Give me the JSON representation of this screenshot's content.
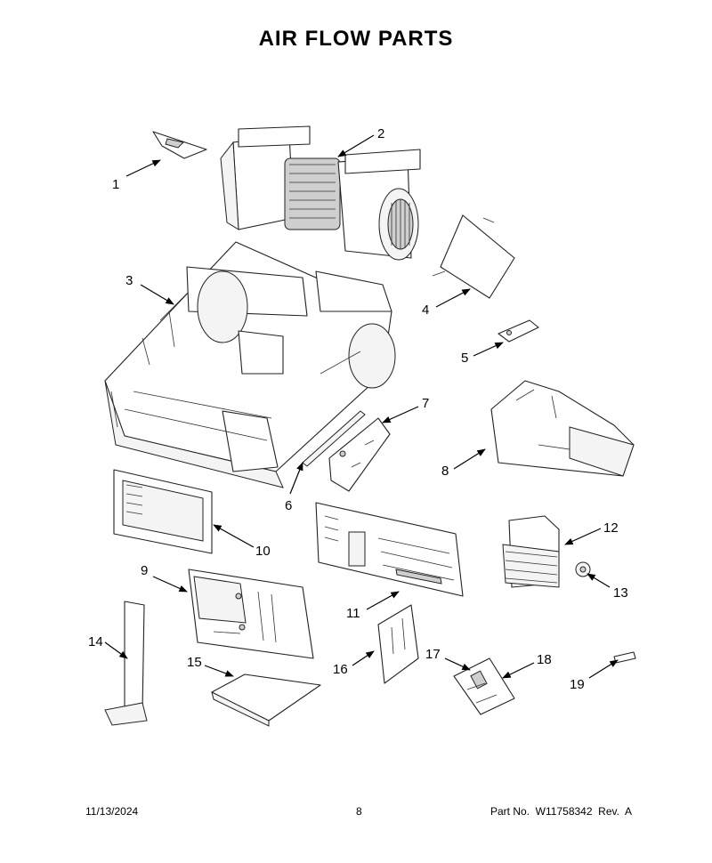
{
  "title": "AIR FLOW PARTS",
  "callouts": [
    "1",
    "2",
    "3",
    "4",
    "5",
    "6",
    "7",
    "8",
    "9",
    "10",
    "11",
    "12",
    "13",
    "14",
    "15",
    "16",
    "17",
    "18",
    "19"
  ],
  "footer": {
    "date": "11/13/2024",
    "page": "8",
    "part_number": "Part No.  W11758342  Rev.  A"
  }
}
